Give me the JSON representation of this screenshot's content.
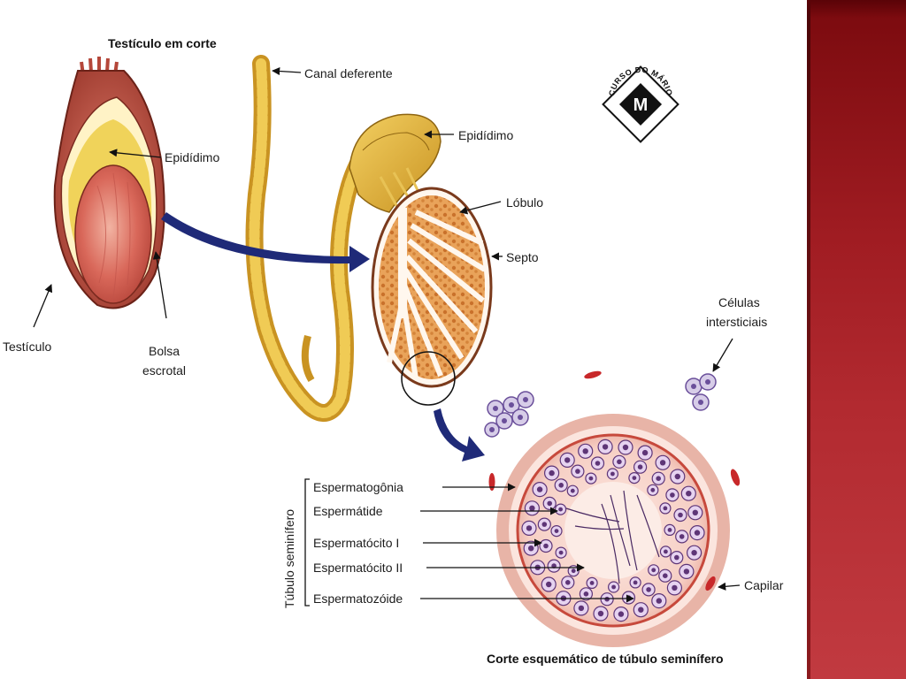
{
  "titles": {
    "top": "Testículo em corte",
    "bottom": "Corte esquemático de túbulo seminífero"
  },
  "labels": {
    "canal_deferente": "Canal deferente",
    "epididimo_left": "Epidídimo",
    "epididimo_right": "Epidídimo",
    "lobulo": "Lóbulo",
    "septo": "Septo",
    "testiculo": "Testículo",
    "bolsa_line1": "Bolsa",
    "bolsa_line2": "escrotal",
    "celulas_line1": "Células",
    "celulas_line2": "intersticiais",
    "capilar": "Capilar",
    "tubulo_seminifero": "Túbulo seminífero",
    "espermatogonia": "Espermatogônia",
    "espermatide": "Espermátide",
    "espermatocito_1": "Espermatócito I",
    "espermatocito_2": "Espermatócito II",
    "espermatozoide": "Espermatozóide"
  },
  "logo": {
    "text": "CURSO DO MÁRIO",
    "letter": "M"
  },
  "colors": {
    "accent_band": "#a01c22",
    "arrow": "#1f2a78",
    "epididymis_yellow": "#e0b23a",
    "testis_red": "#d9685a"
  }
}
